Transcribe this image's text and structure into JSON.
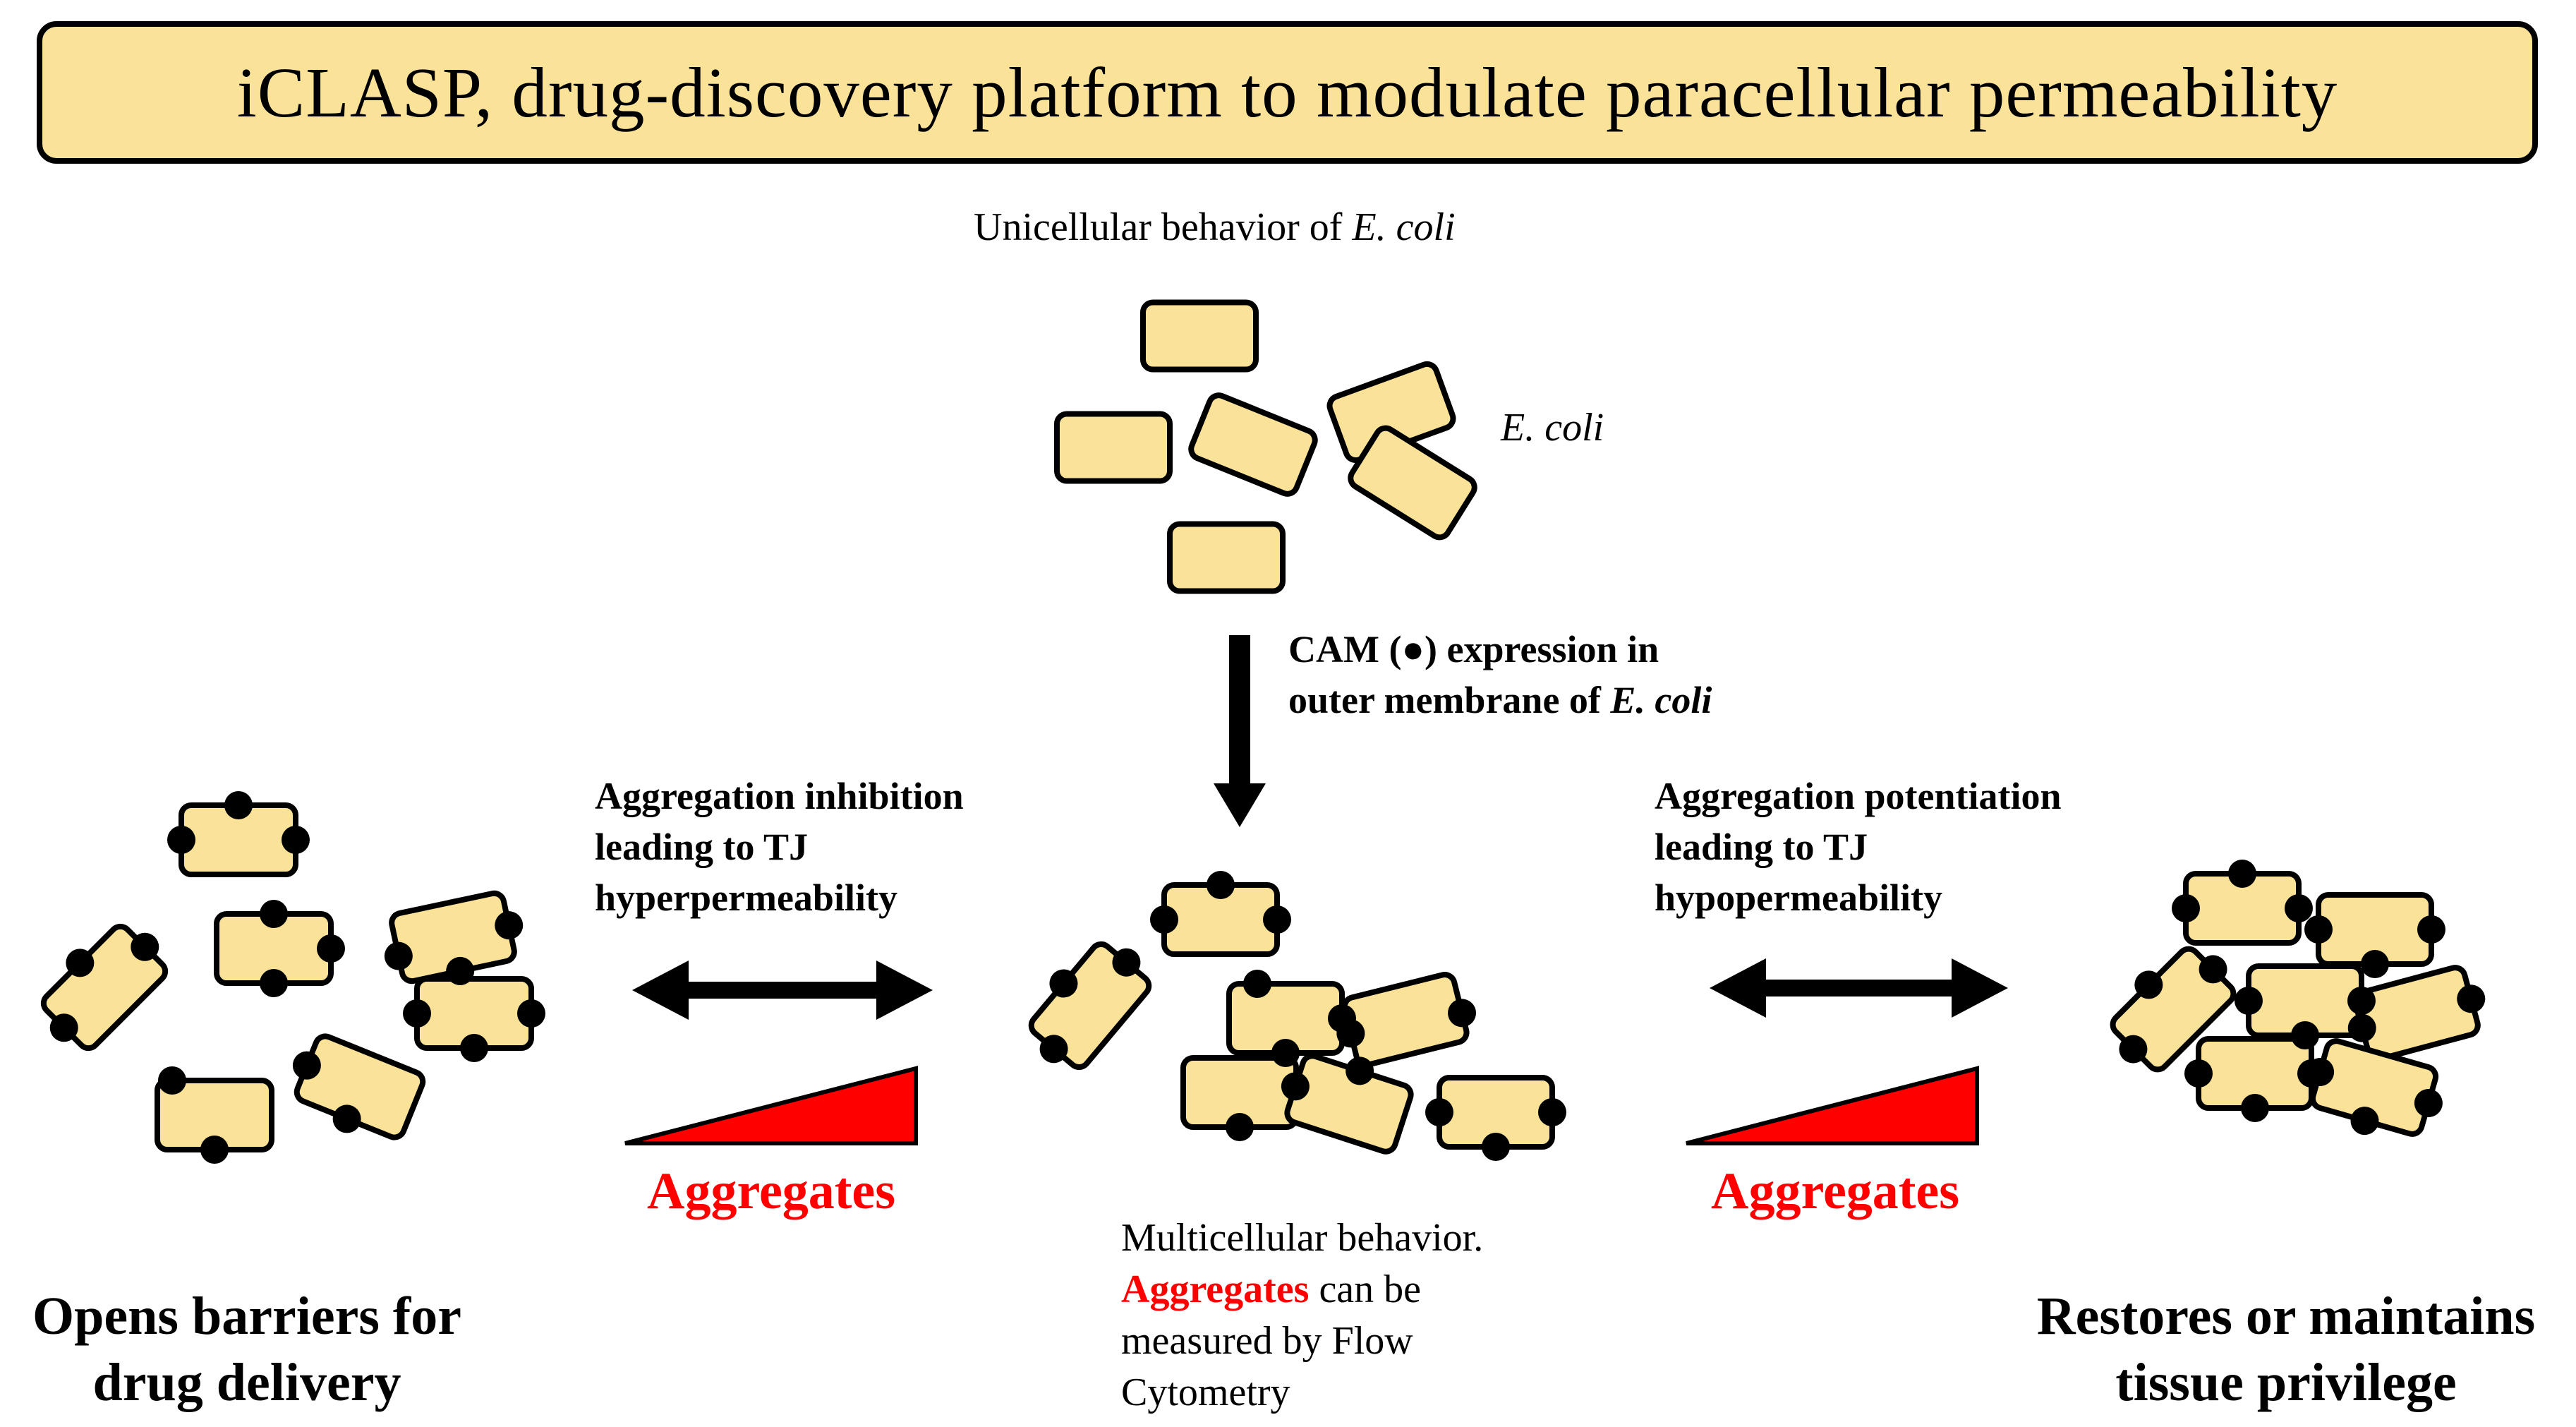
{
  "title": "iCLASP, drug-discovery platform to modulate paracellular permeability",
  "top_caption": {
    "text": "Unicellular behavior of ",
    "italic": "E. coli"
  },
  "ecoli_label": "E. coli",
  "cam_note": {
    "line1": "CAM (●) expression in",
    "line2_prefix": "outer membrane of ",
    "line2_italic": "E. coli"
  },
  "left_note": {
    "line1": "Aggregation inhibition",
    "line2": "leading to TJ",
    "line3": "hyperpermeability"
  },
  "right_note": {
    "line1": "Aggregation potentiation",
    "line2": "leading to TJ",
    "line3": "hypopermeability"
  },
  "aggregates_label": "Aggregates",
  "center_caption": {
    "line1": "Multicellular behavior.",
    "line2_red": "Aggregates",
    "line2_rest": " can be",
    "line3": "measured by Flow",
    "line4": "Cytometry"
  },
  "left_outcome": {
    "line1": "Opens barriers for",
    "line2": "drug delivery"
  },
  "right_outcome": {
    "line1": "Restores  or maintains",
    "line2": "tissue privilege"
  },
  "colors": {
    "cell_fill": "#fae398",
    "outline": "#000000",
    "accent_red": "#ff0000",
    "banner_fill": "#fae398"
  },
  "icons": [
    "rod-cell-icon",
    "cam-dot-icon",
    "down-arrow-icon",
    "double-arrow-icon",
    "ramp-triangle-icon"
  ]
}
